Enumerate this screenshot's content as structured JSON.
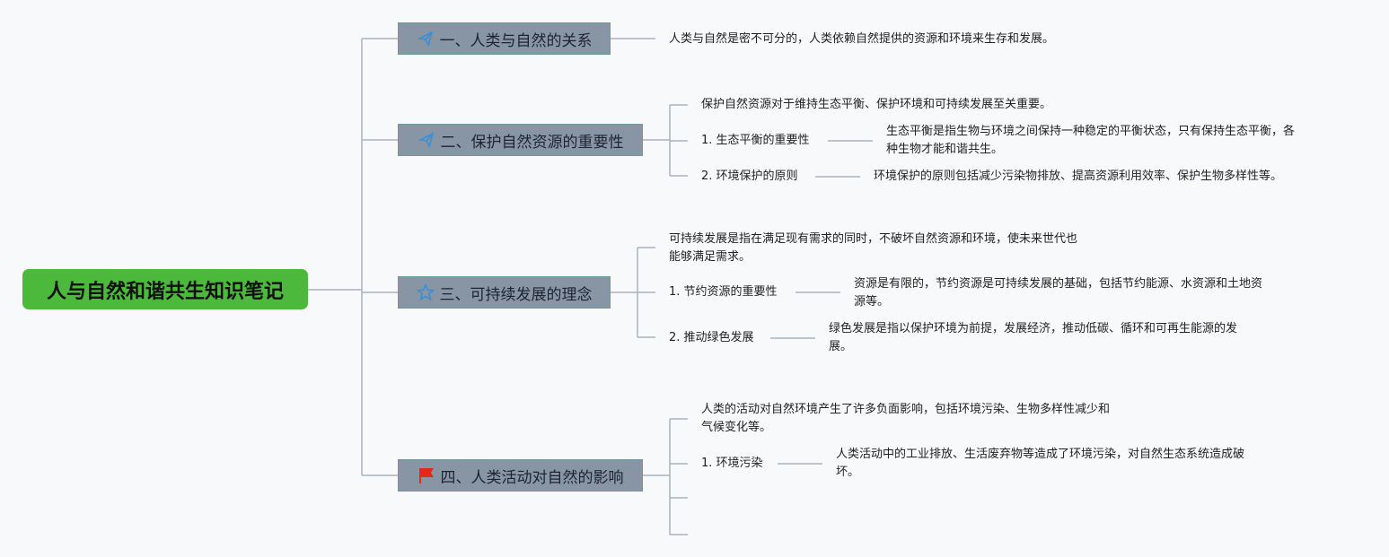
{
  "root": {
    "title": "人与自然和谐共生知识笔记"
  },
  "branches": [
    {
      "title": "一、人类与自然的关系",
      "icon": "paper-plane-icon",
      "note": "人类与自然是密不可分的，人类依赖自然提供的资源和环境来生存和发展。"
    },
    {
      "title": "二、保护自然资源的重要性",
      "icon": "paper-plane-icon",
      "note": "保护自然资源对于维持生态平衡、保护环境和可持续发展至关重要。",
      "items": [
        {
          "label": "1. 生态平衡的重要性",
          "desc1": "生态平衡是指生物与环境之间保持一种稳定的平衡状态，只有保持生态平衡，各",
          "desc2": "种生物才能和谐共生。"
        },
        {
          "label": "2. 环境保护的原则",
          "desc1": "环境保护的原则包括减少污染物排放、提高资源利用效率、保护生物多样性等。"
        }
      ]
    },
    {
      "title": "三、可持续发展的理念",
      "icon": "star-icon",
      "note1": "可持续发展是指在满足现有需求的同时，不破坏自然资源和环境，使未来世代也",
      "note2": "能够满足需求。",
      "items": [
        {
          "label": "1. 节约资源的重要性",
          "desc1": "资源是有限的，节约资源是可持续发展的基础，包括节约能源、水资源和土地资",
          "desc2": "源等。"
        },
        {
          "label": "2. 推动绿色发展",
          "desc1": "绿色发展是指以保护环境为前提，发展经济，推动低碳、循环和可再生能源的发",
          "desc2": "展。"
        }
      ]
    },
    {
      "title": "四、人类活动对自然的影响",
      "icon": "red-flag-icon",
      "note1": "人类的活动对自然环境产生了许多负面影响，包括环境污染、生物多样性减少和",
      "note2": "气候变化等。",
      "items": [
        {
          "label": "1. 环境污染",
          "desc1": "人类活动中的工业排放、生活废弃物等造成了环境污染，对自然生态系统造成破",
          "desc2": "坏。"
        }
      ]
    }
  ],
  "colors": {
    "root": "#4cb83c",
    "node": "#8895a5",
    "line": "#a9b3c0",
    "flag": "#e8271b",
    "icon": "#3a8fd6"
  }
}
